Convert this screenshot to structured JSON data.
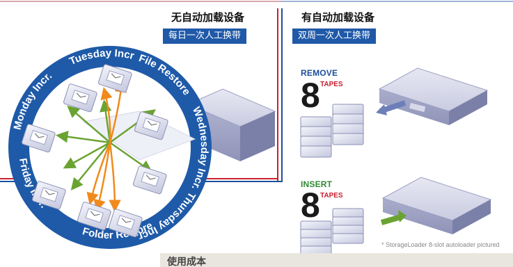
{
  "left": {
    "title": "无自动加载设备",
    "tag": "每日一次人工换带"
  },
  "right": {
    "title": "有自动加载设备",
    "tag": "双周一次人工换带"
  },
  "ring_labels": [
    "Monday Incr.",
    "Tuesday Incr",
    "File Restore",
    "Wednesday Incr.",
    "Thursday Incr.",
    "Folder Restore",
    "Friday Incr."
  ],
  "remove": {
    "action": "REMOVE",
    "count": "8",
    "unit": "TAPES"
  },
  "insert": {
    "action": "INSERT",
    "count": "8",
    "unit": "TAPES"
  },
  "footnote": "* StorageLoader 8-slot autoloader pictured",
  "bottom_caption": "使用成本",
  "colors": {
    "ring": "#1e5aa8",
    "red": "#c8202f",
    "blue": "#1c4f9c",
    "green_arrow": "#6aa332",
    "orange_arrow": "#f08a1c",
    "tag_bg": "#1f59a8"
  },
  "icons": [
    "tape-cartridge-icon",
    "autoloader-device-icon",
    "arrow-icon"
  ]
}
